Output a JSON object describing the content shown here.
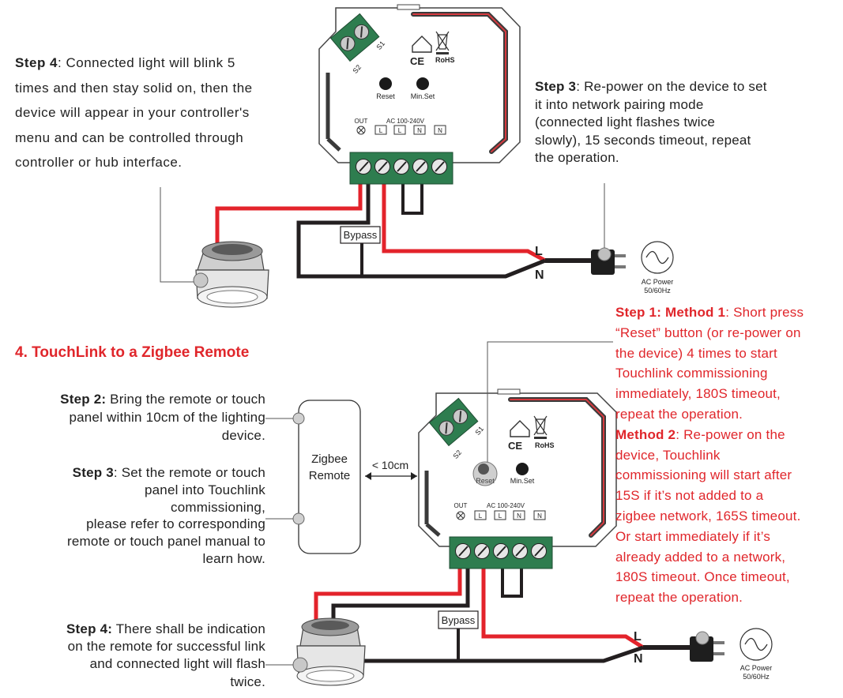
{
  "section_heading": "4. TouchLink to a Zigbee Remote",
  "top": {
    "step4": {
      "label": "Step 4",
      "lines": [
        ": Connected light will blink 5",
        "times and then stay solid on, then the",
        "device will appear in your controller's",
        "menu and can be controlled through",
        "controller or hub interface."
      ]
    },
    "step3": {
      "label": "Step 3",
      "lines": [
        ": Re-power on the device to set",
        "it into network pairing mode",
        "(connected light flashes twice",
        "slowly), 15 seconds timeout, repeat",
        "the operation."
      ]
    }
  },
  "bottom": {
    "step1": {
      "method1_label": "Step 1: Method 1",
      "method1_lines": [
        ": Short press",
        "“Reset” button (or re-power on",
        "the device) 4 times to start",
        "Touchlink commissioning",
        "immediately, 180S timeout,",
        "repeat the operation."
      ],
      "method2_label": "Method 2",
      "method2_lines": [
        ": Re-power on the",
        "device, Touchlink",
        "commissioning will start after",
        "15S if it’s not added to a",
        "zigbee network, 165S timeout.",
        "Or start immediately if it’s",
        "already added to a network,",
        "180S timeout. Once timeout,",
        "repeat the operation."
      ]
    },
    "step2": {
      "label": "Step 2:",
      "lines": [
        " Bring the remote or touch",
        "panel within 10cm of the lighting",
        "device."
      ]
    },
    "step3": {
      "label": "Step 3",
      "lines": [
        ": Set the remote or touch",
        "panel into Touchlink",
        "commissioning,",
        "please refer to corresponding",
        "remote or touch panel manual to",
        "learn how."
      ]
    },
    "step4": {
      "label": "Step 4:",
      "lines": [
        " There shall be indication",
        "on the remote for successful link",
        "and connected light will flash",
        "twice."
      ]
    },
    "remote_lines": [
      "Zigbee",
      "Remote"
    ],
    "distance": "< 10cm"
  },
  "device": {
    "reset": "Reset",
    "min_set": "Min.Set",
    "out": "OUT",
    "ac_range": "AC 100-240V",
    "terminal_l": "L",
    "terminal_n": "N",
    "rohs": "RoHS",
    "ce": "CE",
    "s1": "S1",
    "s2": "S2"
  },
  "wiring": {
    "bypass": "Bypass",
    "line": "L",
    "neutral": "N",
    "ac_power": "AC Power",
    "ac_freq": "50/60Hz"
  },
  "colors": {
    "red_text": "#e0262b",
    "wire_red": "#e3232b",
    "wire_black": "#231f20",
    "terminal_green": "#2e7d4f"
  }
}
